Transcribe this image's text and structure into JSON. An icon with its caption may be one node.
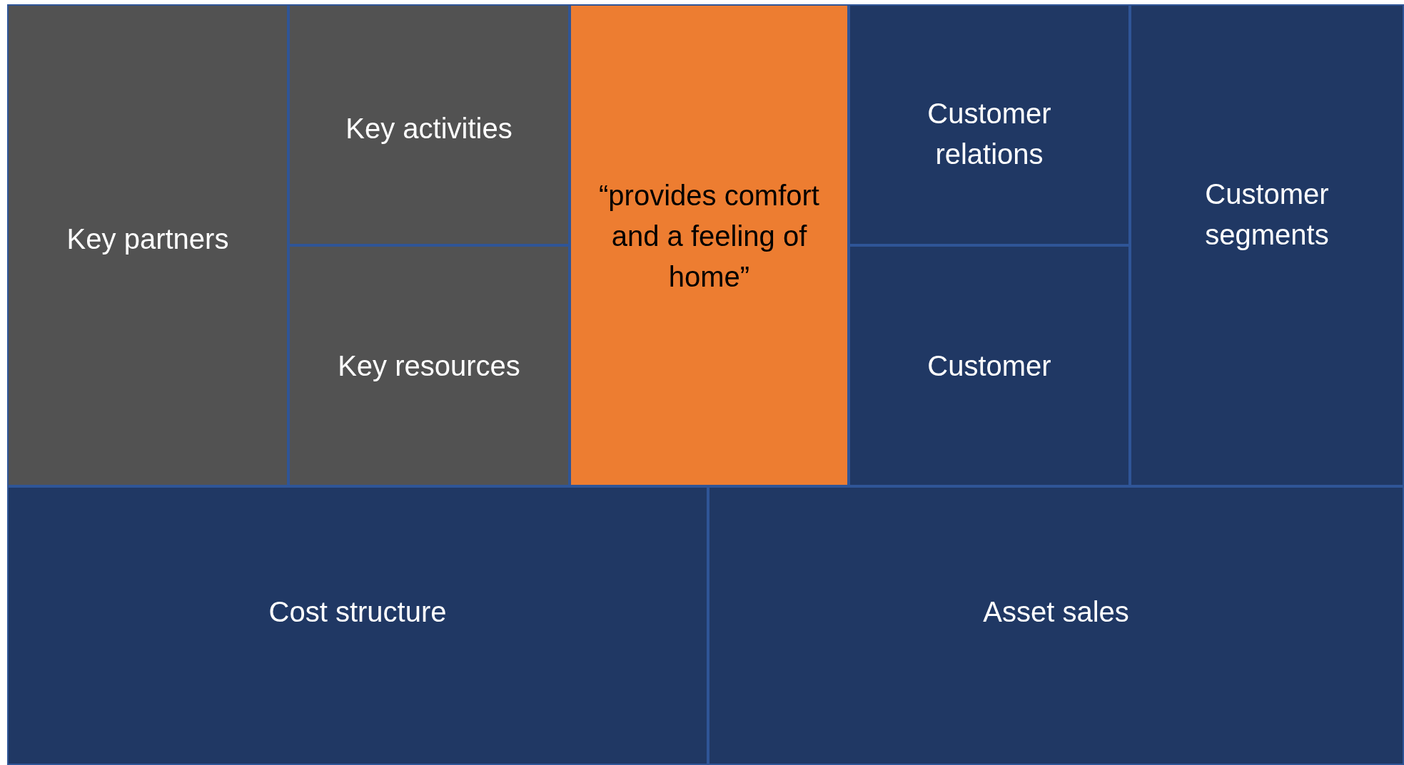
{
  "diagram": {
    "nodes": [
      {
        "text": [
          "Key partners"
        ]
      },
      {
        "text": [
          "Key activities"
        ]
      },
      {
        "text": [
          "Key resources"
        ]
      },
      {
        "text": [
          "“provides comfort and a feeling of home”"
        ]
      },
      {
        "text": [
          "Customer relations"
        ]
      },
      {
        "text": [
          "Customer"
        ]
      },
      {
        "text": [
          "Customer segments"
        ]
      },
      {
        "text": [
          "Cost structure"
        ]
      },
      {
        "text": [
          "Asset sales"
        ]
      }
    ]
  }
}
